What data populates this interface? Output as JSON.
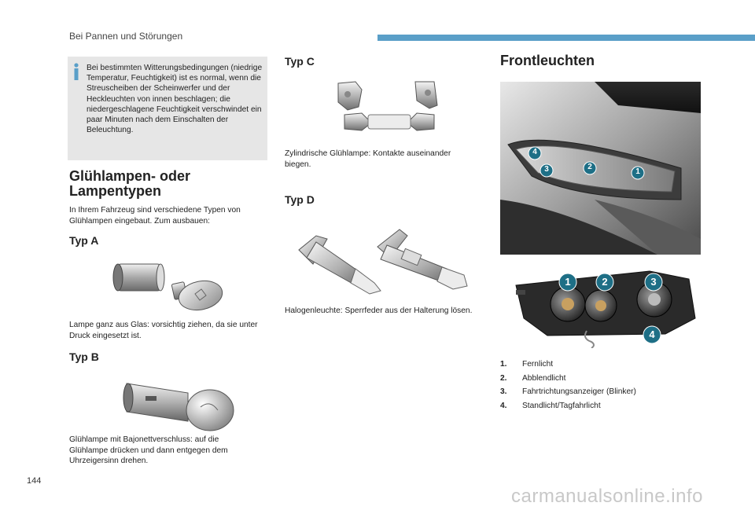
{
  "header": {
    "section": "Bei Pannen und Störungen"
  },
  "page_number": "144",
  "watermark": "carmanualsonline.info",
  "info_box": {
    "text": "Bei bestimmten Witterungsbedingungen (niedrige Temperatur, Feuchtigkeit) ist es normal, wenn die Streuscheiben der Scheinwerfer und der Heckleuchten von innen beschlagen; die niedergeschlagene Feuchtigkeit verschwindet ein paar Minuten nach dem Einschalten der Beleuchtung."
  },
  "lamp_types": {
    "title": "Glühlampen- oder Lampentypen",
    "intro": "In Ihrem Fahrzeug sind verschiedene Typen von Glühlampen eingebaut. Zum ausbauen:",
    "type_a": {
      "title": "Typ A",
      "text": "Lampe ganz aus Glas: vorsichtig ziehen, da sie unter Druck eingesetzt ist."
    },
    "type_b": {
      "title": "Typ B",
      "text": "Glühlampe mit Bajonettverschluss: auf die Glühlampe drücken und dann entgegen dem Uhrzeigersinn drehen."
    },
    "type_c": {
      "title": "Typ C",
      "text": "Zylindrische Glühlampe: Kontakte auseinander biegen."
    },
    "type_d": {
      "title": "Typ D",
      "text": "Halogenleuchte: Sperrfeder aus der Halterung lösen."
    }
  },
  "front_lights": {
    "title": "Frontleuchten",
    "badges_top": [
      "4",
      "3",
      "2",
      "1"
    ],
    "badges_bottom": [
      "1",
      "2",
      "3",
      "4"
    ],
    "legend": [
      {
        "num": "1.",
        "label": "Fernlicht"
      },
      {
        "num": "2.",
        "label": "Abblendlicht"
      },
      {
        "num": "3.",
        "label": "Fahrtrichtungsanzeiger (Blinker)"
      },
      {
        "num": "4.",
        "label": "Standlicht/Tagfahrlicht"
      }
    ]
  },
  "colors": {
    "accent": "#5a9fc8",
    "badge": "#1e6f86",
    "info_bg": "#e6e6e6"
  }
}
